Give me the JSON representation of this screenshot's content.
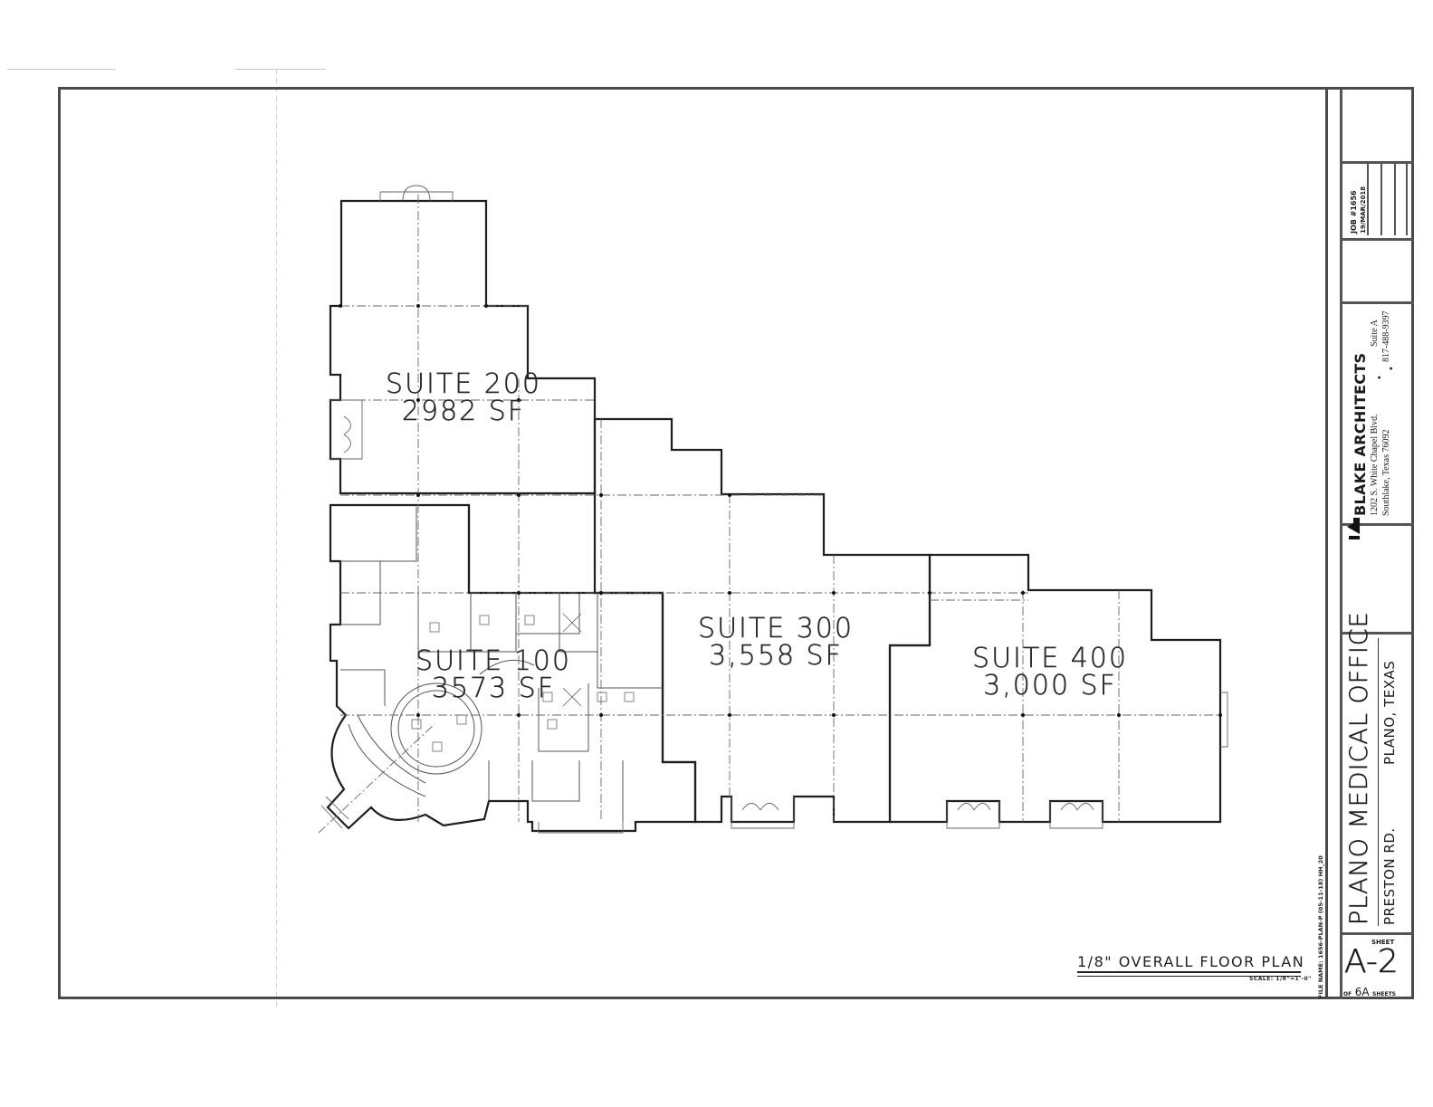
{
  "drawing": {
    "type": "architectural floor plan",
    "title": "1/8\" OVERALL FLOOR PLAN",
    "scale": "SCALE: 1/8\"=1'-0\""
  },
  "suites": [
    {
      "name": "SUITE 200",
      "area": "2982 SF"
    },
    {
      "name": "SUITE 100",
      "area": "3573 SF"
    },
    {
      "name": "SUITE 300",
      "area": "3,558 SF"
    },
    {
      "name": "SUITE 400",
      "area": "3,000 SF"
    }
  ],
  "title_block": {
    "job_number": "JOB #1656",
    "date": "19/MAR/2018",
    "firm": {
      "name": "BLAKE ARCHITECTS",
      "address_line1": "1202 S. White Chapel Blvd.",
      "address_line2": "Southlake, Texas 76092",
      "suite": "Suite A",
      "phone": "817-488-9397",
      "separator": "•"
    },
    "project": {
      "name": "PLANO MEDICAL OFFICE",
      "street": "PRESTON RD.",
      "city": "PLANO, TEXAS"
    },
    "sheet": {
      "label": "SHEET",
      "number": "A-2",
      "of_prefix": "OF",
      "total": "6A",
      "of_suffix": "SHEETS"
    },
    "file_name": "FILE NAME: 1656-PLAN-P (05-11-18) HH_20"
  }
}
